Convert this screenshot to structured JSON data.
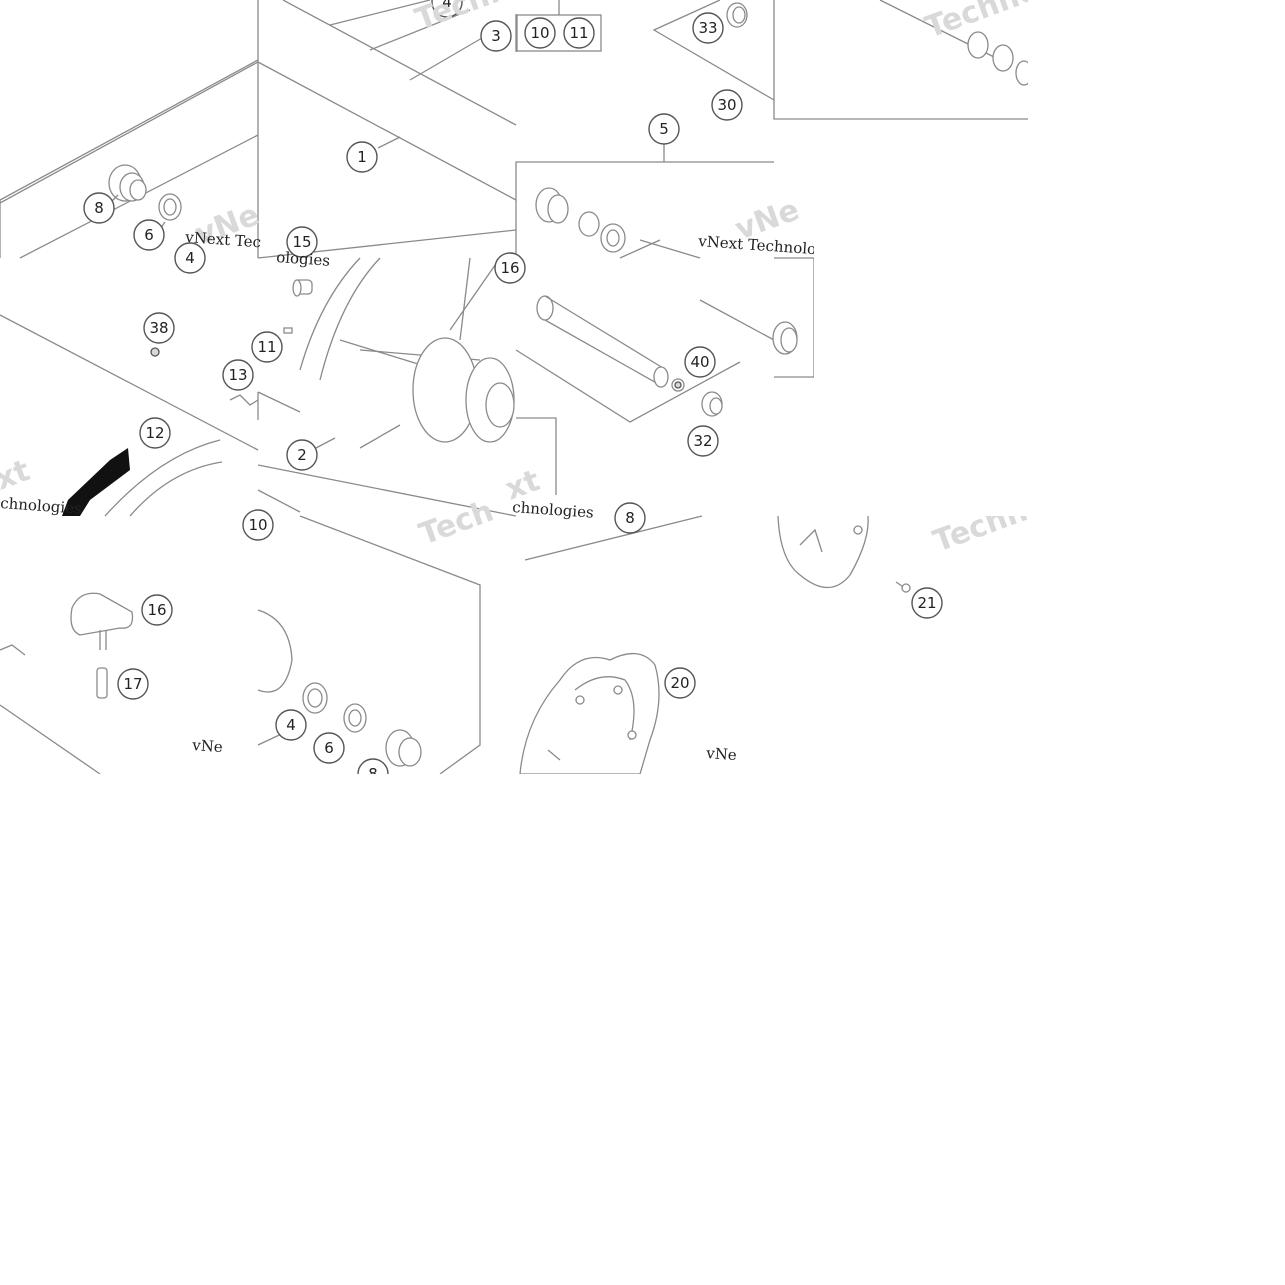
{
  "callouts": {
    "c1": "1",
    "c2": "2",
    "c3": "3",
    "c4a": "4",
    "c4b": "4",
    "c4c": "4",
    "c5": "5",
    "c6a": "6",
    "c6b": "6",
    "c8a": "8",
    "c8b": "8",
    "c8c": "8",
    "c10a": "10",
    "c10b": "10",
    "c11a": "11",
    "c11b": "11",
    "c12": "12",
    "c13": "13",
    "c15": "15",
    "c16a": "16",
    "c16b": "16",
    "c17": "17",
    "c20": "20",
    "c21": "21",
    "c30": "30",
    "c32": "32",
    "c33": "33",
    "c38": "38",
    "c40": "40"
  },
  "watermark": {
    "brand": "vNext Technologies",
    "brand_short": "vNext Tec",
    "brand_tail": "ologies",
    "technologies": "Technologies",
    "techno": "Techno",
    "techn": "Techn",
    "tech": "Tech",
    "technologies_partial": "chnologies",
    "xt": "xt",
    "vne": "vNe"
  }
}
